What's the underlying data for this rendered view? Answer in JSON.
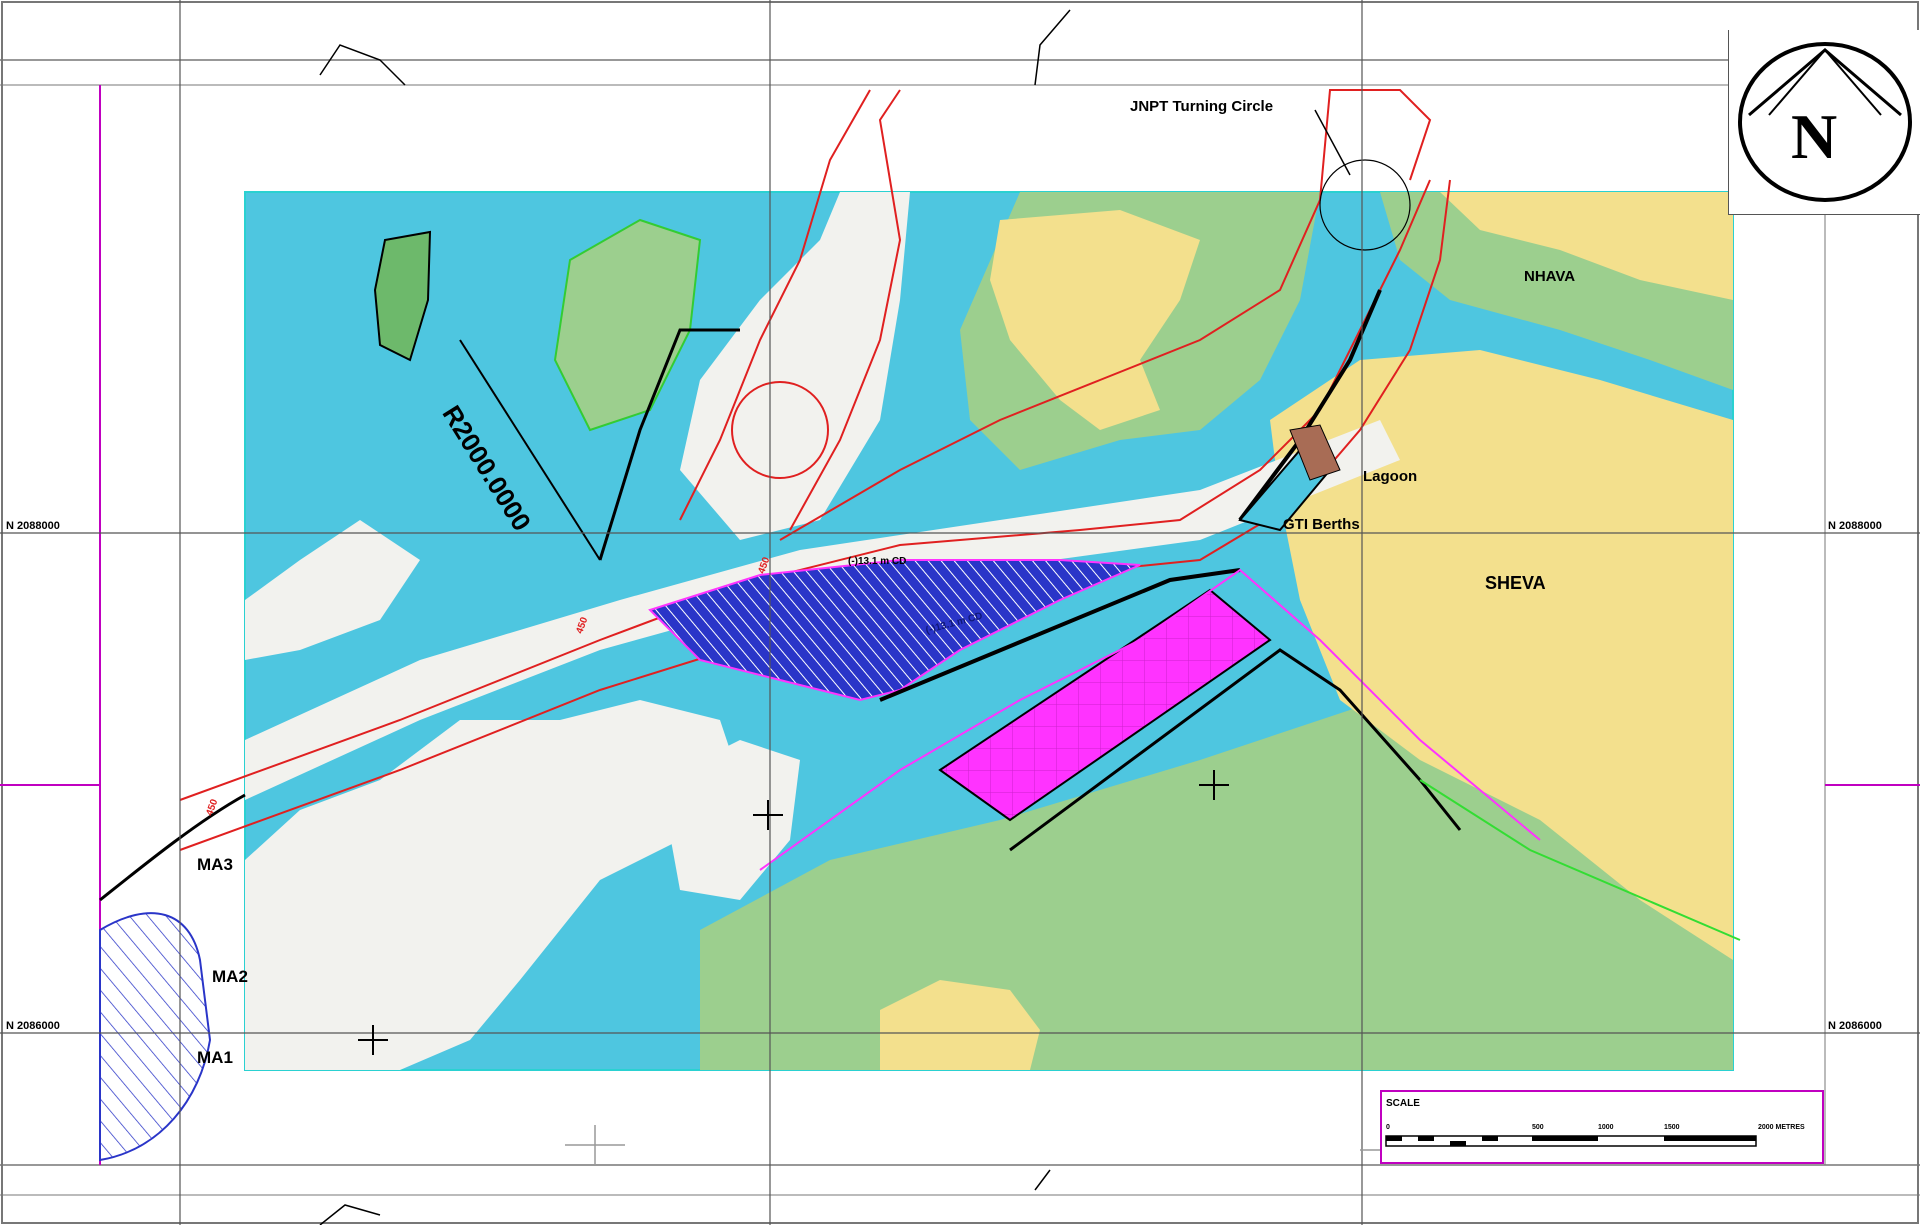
{
  "map": {
    "place_labels": {
      "turning_circle": "JNPT Turning Circle",
      "nhava": "NHAVA",
      "sheva": "SHEVA",
      "lagoon": "Lagoon",
      "gti_berths": "GTI Berths",
      "radius": "R2000.0000",
      "ma1": "MA1",
      "ma2": "MA2",
      "ma3": "MA3"
    },
    "depth_labels": {
      "channel_depth_1": "(-)13.1 m CD",
      "channel_depth_2": "(-)13.1 m CD",
      "width_450_a": "450",
      "width_450_b": "450",
      "width_450_c": "450"
    },
    "grid": {
      "northing_upper": "N 2088000",
      "northing_lower": "N 2086000"
    },
    "compass": {
      "letter": "N"
    },
    "scale": {
      "title": "SCALE",
      "ticks": [
        "0",
        "500",
        "1000",
        "1500",
        "2000 METRES"
      ]
    },
    "colors": {
      "sea": "#4ec6e0",
      "shallow": "#f2f2ee",
      "land": "#f3e08d",
      "vegetation": "#9ccf8e",
      "channel_line": "#e02020",
      "reclamation": "#ff33ff",
      "dredge_hatch": "#2a35c8",
      "frame_magenta": "#c000c0"
    }
  }
}
